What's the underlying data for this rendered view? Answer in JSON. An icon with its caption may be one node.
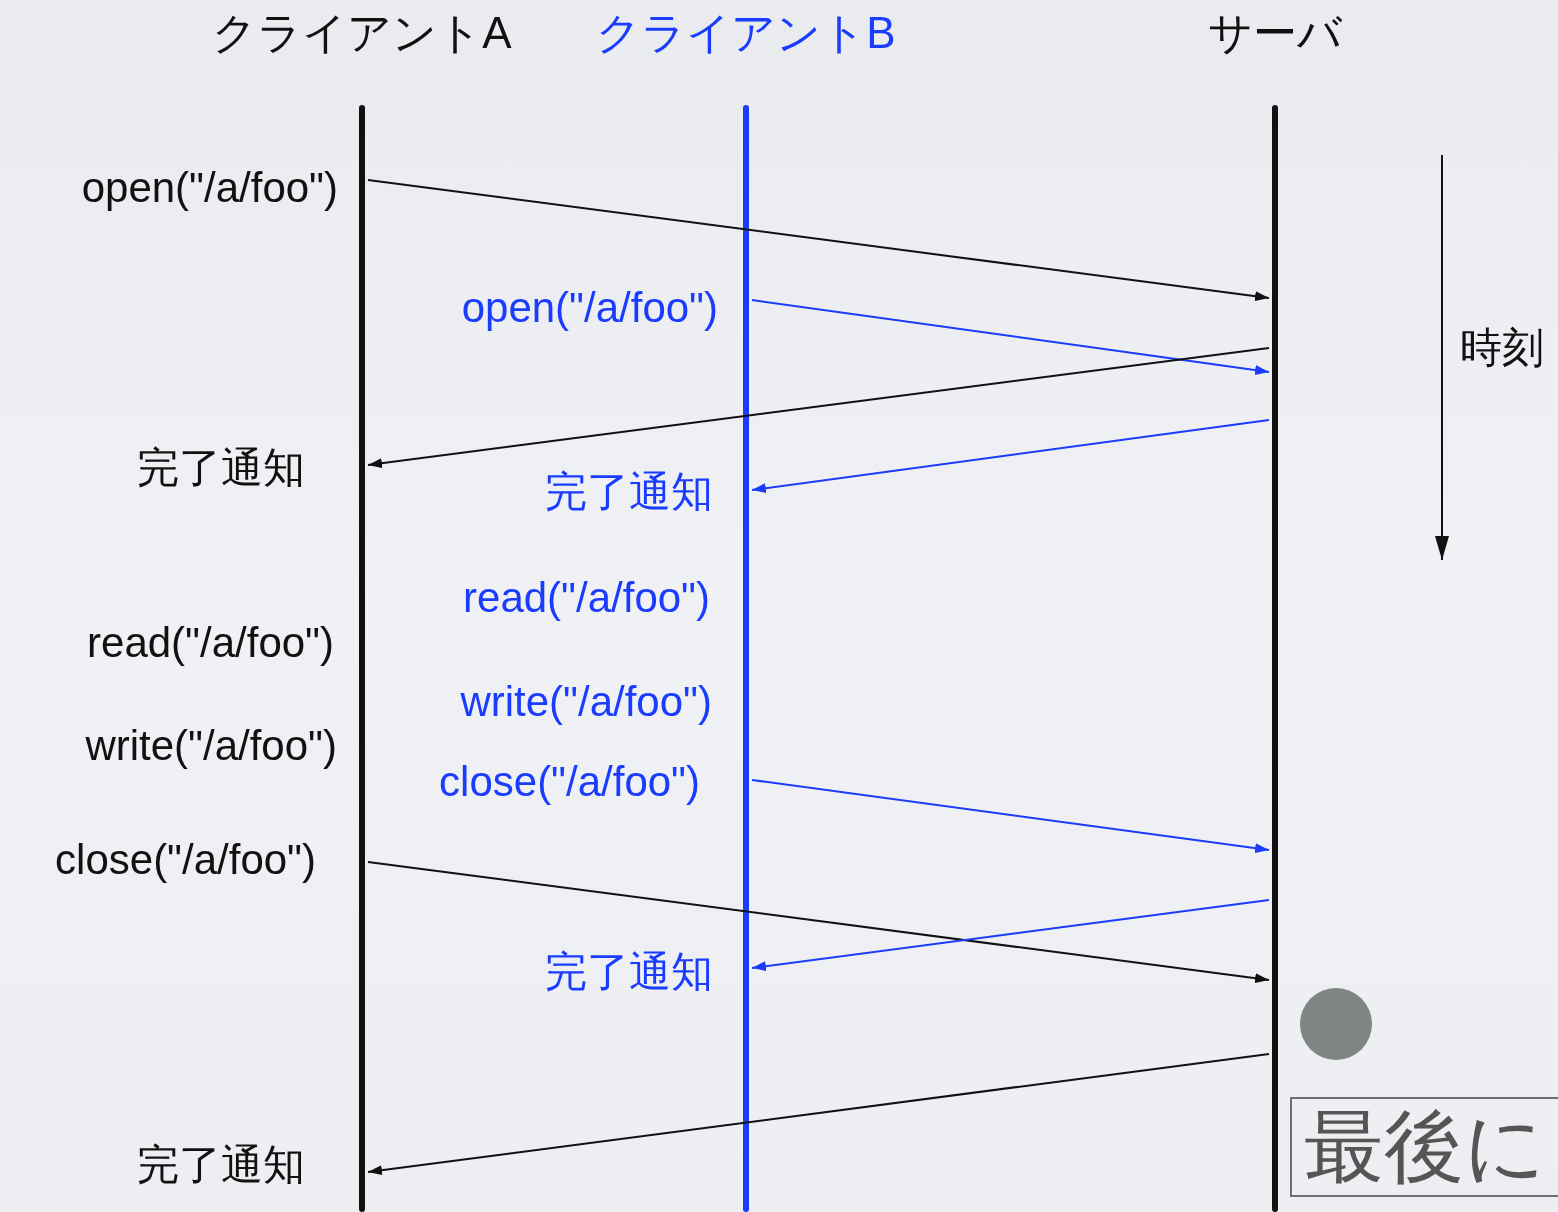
{
  "diagram": {
    "nodes": [
      {
        "text": [
          "クライアントA"
        ]
      },
      {
        "text": [
          "クライアントB"
        ]
      },
      {
        "text": [
          "サーバ"
        ]
      },
      {
        "text": [],
        "shape": "circle"
      },
      {
        "text": [
          "最後に"
        ]
      }
    ],
    "edges": [
      {
        "from": 0,
        "to": 2,
        "arrow": "to",
        "label": "open(\"/a/foo\")"
      },
      {
        "from": 1,
        "to": 2,
        "arrow": "to",
        "label": "open(\"/a/foo\")",
        "color": "#1a3cff"
      },
      {
        "from": 2,
        "to": 0,
        "arrow": "to",
        "label": "完了通知"
      },
      {
        "from": 2,
        "to": 1,
        "arrow": "to",
        "label": "完了通知",
        "color": "#1a3cff"
      },
      {
        "from": 1,
        "to": 2,
        "arrow": "to",
        "label": "close(\"/a/foo\")",
        "color": "#1a3cff"
      },
      {
        "from": 0,
        "to": 2,
        "arrow": "to",
        "label": "close(\"/a/foo\")"
      },
      {
        "from": 2,
        "to": 1,
        "arrow": "to",
        "label": "完了通知",
        "color": "#1a3cff"
      },
      {
        "from": 2,
        "to": 0,
        "arrow": "to",
        "label": "完了通知"
      }
    ],
    "labels": [
      "時刻",
      "read(\"/a/foo\")",
      "read(\"/a/foo\")",
      "write(\"/a/foo\")",
      "write(\"/a/foo\")"
    ]
  }
}
